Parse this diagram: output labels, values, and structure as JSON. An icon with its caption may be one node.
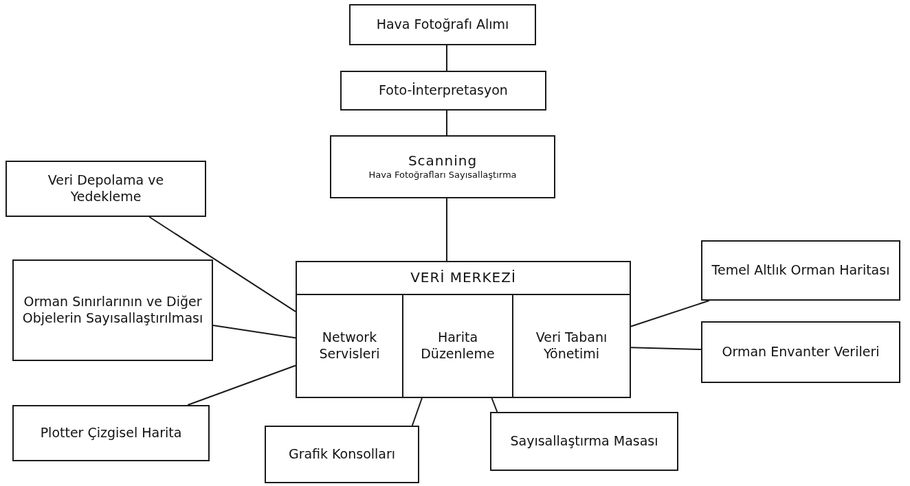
{
  "diagram": {
    "nodes": [
      {
        "text": [
          "Hava Fotoğrafı Alımı"
        ]
      },
      {
        "text": [
          "Foto-İnterpretasyon"
        ]
      },
      {
        "text": [
          "Scanning",
          "Hava Fotoğrafları Sayısallaştırma"
        ]
      },
      {
        "text": [
          "Veri Depolama ve Yedekleme"
        ]
      },
      {
        "text": [
          "VERİ MERKEZİ"
        ]
      },
      {
        "text": [
          "Network Servisleri"
        ],
        "in": 4
      },
      {
        "text": [
          "Harita Düzenleme"
        ],
        "in": 4
      },
      {
        "text": [
          "Veri Tabanı Yönetimi"
        ],
        "in": 4
      },
      {
        "text": [
          "Temel Altlık Orman Haritası"
        ]
      },
      {
        "text": [
          "Orman Sınırlarının ve Diğer Objelerin Sayısallaştırılması"
        ]
      },
      {
        "text": [
          "Orman Envanter Verileri"
        ]
      },
      {
        "text": [
          "Plotter Çizgisel Harita"
        ]
      },
      {
        "text": [
          "Grafik Konsolları"
        ]
      },
      {
        "text": [
          "Sayısallaştırma Masası"
        ]
      }
    ],
    "edges": [
      {
        "from": 0,
        "to": 1,
        "arrow": "none"
      },
      {
        "from": 1,
        "to": 2,
        "arrow": "none"
      },
      {
        "from": 2,
        "to": 4,
        "arrow": "none"
      },
      {
        "from": 3,
        "to": 5,
        "arrow": "none"
      },
      {
        "from": 9,
        "to": 5,
        "arrow": "none"
      },
      {
        "from": 11,
        "to": 5,
        "arrow": "none"
      },
      {
        "from": 7,
        "to": 8,
        "arrow": "none"
      },
      {
        "from": 7,
        "to": 10,
        "arrow": "none"
      },
      {
        "from": 6,
        "to": 12,
        "arrow": "none"
      },
      {
        "from": 6,
        "to": 13,
        "arrow": "none"
      }
    ]
  }
}
